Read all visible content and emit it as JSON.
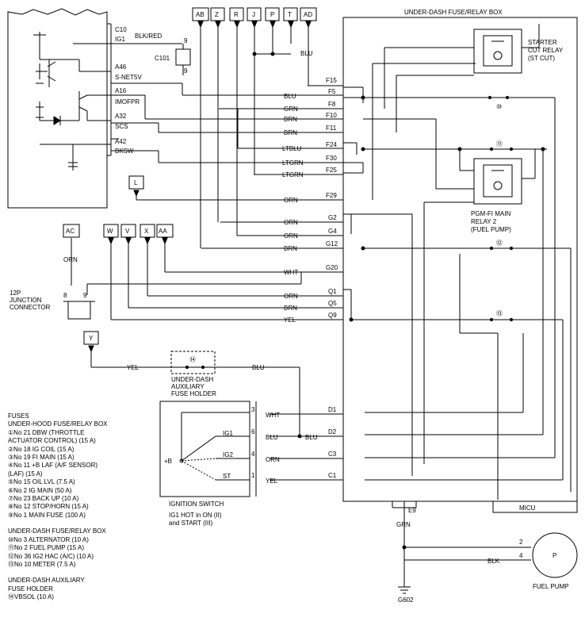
{
  "connectors_top": [
    "AB",
    "Z",
    "R",
    "J",
    "P",
    "T",
    "AD"
  ],
  "connectors_left": [
    "AC",
    "W",
    "V",
    "X",
    "AA"
  ],
  "connector_l": "L",
  "connector_y": "Y",
  "fusebox_title": "UNDER-DASH FUSE/RELAY BOX",
  "ecm_pins": [
    {
      "pin": "C10",
      "name": "IG1"
    },
    {
      "pin": "A46",
      "name": "S-NET5V"
    },
    {
      "pin": "A16",
      "name": "IMOFPR"
    },
    {
      "pin": "A32",
      "name": "SCS"
    },
    {
      "pin": "A42",
      "name": "BKSW"
    }
  ],
  "c101": {
    "label": "C101",
    "pin_top": "9",
    "pin_bottom": "9"
  },
  "wire_blk_red": "BLK/RED",
  "wire_blu_ad": "BLU",
  "fusebox_terminals": [
    {
      "term": "F15",
      "wire": ""
    },
    {
      "term": "F5",
      "wire": "BLU"
    },
    {
      "term": "F8",
      "wire": "GRN"
    },
    {
      "term": "F10",
      "wire": "BRN"
    },
    {
      "term": "F11",
      "wire": "BRN"
    },
    {
      "term": "F24",
      "wire": "LTBLU"
    },
    {
      "term": "F30",
      "wire": "LTGRN"
    },
    {
      "term": "F25",
      "wire": "LTGRN"
    },
    {
      "term": "F29",
      "wire": "ORN"
    },
    {
      "term": "G2",
      "wire": "ORN"
    },
    {
      "term": "G4",
      "wire": "ORN"
    },
    {
      "term": "G12",
      "wire": "BRN"
    },
    {
      "term": "G20",
      "wire": "WHT"
    },
    {
      "term": "Q1",
      "wire": "ORN"
    },
    {
      "term": "Q5",
      "wire": "BRN"
    },
    {
      "term": "Q9",
      "wire": "YEL"
    },
    {
      "term": "D1",
      "wire": "WHT"
    },
    {
      "term": "D2",
      "wire": "BLU"
    },
    {
      "term": "C3",
      "wire": "ORN"
    },
    {
      "term": "C1",
      "wire": "YEL"
    }
  ],
  "fuse_numbers": [
    "⑩",
    "⑪",
    "⑫",
    "⑬",
    "⑭"
  ],
  "starter_relay": "STARTER CUT RELAY (ST CUT)",
  "starter_relay_lines": [
    "STARTER",
    "CUT RELAY",
    "(ST CUT)"
  ],
  "pgm_relay_lines": [
    "PGM-FI MAIN",
    "RELAY 2",
    "(FUEL PUMP)"
  ],
  "junction": {
    "lines": [
      "12P",
      "JUNCTION",
      "CONNECTOR"
    ],
    "pin8": "8",
    "pin9": "9",
    "wire": "ORN"
  },
  "aux_fuse_lines": [
    "UNDER-DASH",
    "AUXILIARY",
    "FUSE HOLDER"
  ],
  "wire_yel": "YEL",
  "wire_blu_aux": "BLU",
  "ignition": {
    "title": "IGNITION SWITCH",
    "note_lines": [
      "IG1 HOT in ON (II)",
      "and START (III)"
    ],
    "plus_b": "+B",
    "positions": [
      "IG1",
      "IG2",
      "ST"
    ],
    "pins": [
      {
        "pin": "3",
        "wire": "WHT"
      },
      {
        "pin": "6",
        "wire": "BLU"
      },
      {
        "pin": "4",
        "wire": "ORN"
      },
      {
        "pin": "1",
        "wire": "YEL"
      }
    ],
    "wire_blu_d2": "BLU"
  },
  "micu": "MICU",
  "e9": "E9",
  "wire_grn_e9": "GRN",
  "fuel_pump": {
    "title": "FUEL PUMP",
    "symbol": "P",
    "pin2": "2",
    "pin4": "4",
    "wire": "BLK"
  },
  "ground": "G602",
  "fuses_notes": [
    "FUSES",
    "UNDER-HOOD FUSE/RELAY BOX",
    "①No 21 DBW (THROTTLE",
    "ACTUATOR CONTROL) (15 A)",
    "②No 18 IG COIL (15 A)",
    "③No 19 FI MAIN (15 A)",
    "④No 11 +B LAF (A/F SENSOR)",
    "(LAF) (15 A)",
    "⑤No 15 OIL LVL (7.5 A)",
    "⑥No 2 IG MAIN (50 A)",
    "⑦No 23 BACK UP (10 A)",
    "⑧No 12 STOP/HORN (15 A)",
    "⑨No 1 MAIN FUSE (100 A)",
    "",
    "UNDER-DASH FUSE/RELAY BOX",
    "⑩No 3 ALTERNATOR (10 A)",
    "⑪No 2 FUEL PUMP (15 A)",
    "⑫No 36 IG2 HAC (A/C) (10 A)",
    "⑬No 10 METER (7.5 A)",
    "",
    "UNDER-DASH AUXILIARY",
    "FUSE HOLDER",
    "⑭VBSOL (10 A)"
  ]
}
